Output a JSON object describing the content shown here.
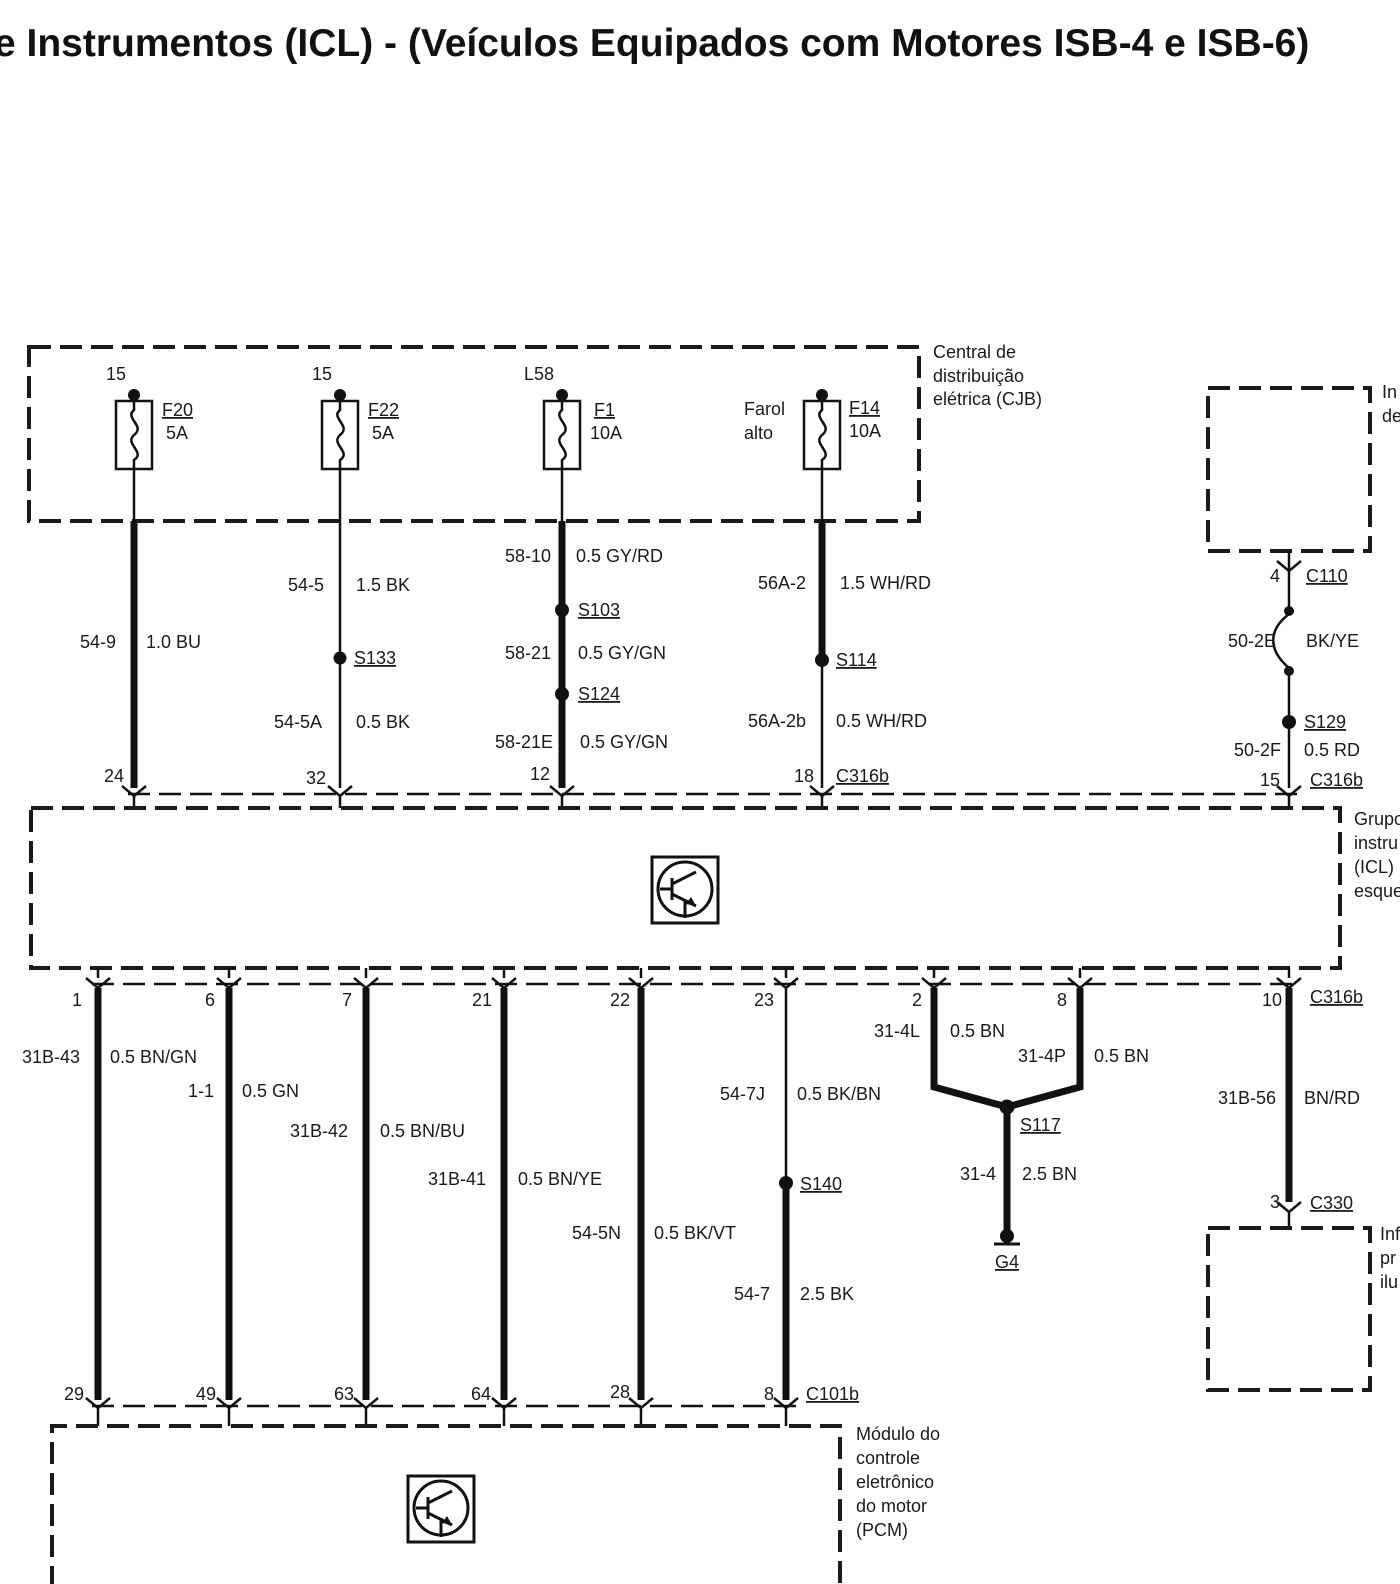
{
  "title": "e Instrumentos (ICL) - (Veículos Equipados com Motores ISB-4 e ISB-6)",
  "cjb": {
    "label": [
      "Central de",
      "distribuição",
      "elétrica (CJB)"
    ]
  },
  "fuses": [
    {
      "id": "F20",
      "rating": "5A",
      "source": "15"
    },
    {
      "id": "F22",
      "rating": "5A",
      "source": "15"
    },
    {
      "id": "F1",
      "rating": "10A",
      "source": "L58"
    },
    {
      "id": "F14",
      "rating": "10A",
      "source": "Farol alto",
      "source_lines": [
        "Farol",
        "alto"
      ]
    }
  ],
  "top_wires": [
    {
      "segments": [
        {
          "circuit": "54-9",
          "wire": "1.0 BU"
        }
      ],
      "pin": "24"
    },
    {
      "segments": [
        {
          "circuit": "54-5",
          "wire": "1.5 BK"
        },
        {
          "circuit": "54-5A",
          "wire": "0.5 BK"
        }
      ],
      "splices": [
        "S133"
      ],
      "pin": "32"
    },
    {
      "segments": [
        {
          "circuit": "58-10",
          "wire": "0.5 GY/RD"
        },
        {
          "circuit": "58-21",
          "wire": "0.5 GY/GN"
        },
        {
          "circuit": "58-21E",
          "wire": "0.5 GY/GN"
        }
      ],
      "splices": [
        "S103",
        "S124"
      ],
      "pin": "12"
    },
    {
      "segments": [
        {
          "circuit": "56A-2",
          "wire": "1.5 WH/RD"
        },
        {
          "circuit": "56A-2b",
          "wire": "0.5 WH/RD"
        }
      ],
      "splices": [
        "S114"
      ],
      "pin": "18",
      "connector": "C316b"
    }
  ],
  "right_top": {
    "label": [
      "In",
      "de"
    ],
    "connector": "C110",
    "connector_pin": "4",
    "segments": [
      {
        "circuit": "50-2E",
        "wire": "BK/YE"
      },
      {
        "circuit": "50-2F",
        "wire": "0.5 RD"
      }
    ],
    "splice": "S129",
    "pin": "15",
    "icl_connector": "C316b"
  },
  "icl": {
    "label": [
      "Grupo",
      "instru",
      "(ICL)",
      "esque"
    ]
  },
  "bottom_wires": [
    {
      "icl_pin": "1",
      "circuit": "31B-43",
      "wire": "0.5 BN/GN",
      "pcm_pin": "29"
    },
    {
      "icl_pin": "6",
      "circuit": "1-1",
      "wire": "0.5 GN",
      "pcm_pin": "49"
    },
    {
      "icl_pin": "7",
      "circuit": "31B-42",
      "wire": "0.5 BN/BU",
      "pcm_pin": "63"
    },
    {
      "icl_pin": "21",
      "circuit": "31B-41",
      "wire": "0.5 BN/YE",
      "pcm_pin": "64"
    },
    {
      "icl_pin": "22",
      "circuit": "54-5N",
      "wire": "0.5 BK/VT",
      "pcm_pin": "28"
    },
    {
      "icl_pin": "23",
      "circuit": "54-7J",
      "wire": "0.5 BK/BN",
      "splice": "S140",
      "circuit2": "54-7",
      "wire2": "2.5 BK",
      "pcm_pin": "8",
      "pcm_connector": "C101b"
    }
  ],
  "ground": {
    "pins": [
      "2",
      "8"
    ],
    "branches": [
      {
        "circuit": "31-4L",
        "wire": "0.5 BN"
      },
      {
        "circuit": "31-4P",
        "wire": "0.5 BN"
      }
    ],
    "splice": "S117",
    "circuit": "31-4",
    "wire": "2.5 BN",
    "ground": "G4"
  },
  "right_bottom": {
    "icl_pin": "10",
    "icl_connector": "C316b",
    "circuit": "31B-56",
    "wire": "BN/RD",
    "pin": "3",
    "connector": "C330",
    "label": [
      "Inf",
      "pr",
      "ilu"
    ]
  },
  "pcm": {
    "label": [
      "Módulo do",
      "controle",
      "eletrônico",
      "do motor",
      "(PCM)"
    ]
  }
}
